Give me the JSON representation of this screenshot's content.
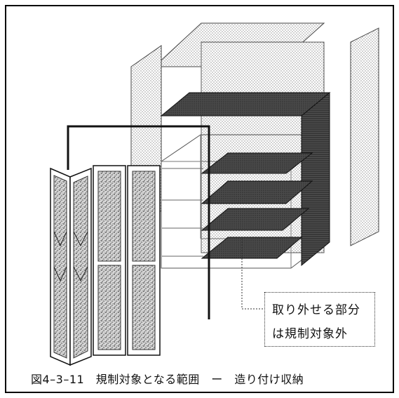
{
  "figure": {
    "annotation": {
      "line1": "取り外せる部分",
      "line2": "は規制対象外"
    },
    "caption": "図4–3–11　規制対象となる範囲　ー　造り付け収納"
  },
  "colors": {
    "frame": "#000000",
    "dark_panel": "#3a3a3a",
    "light_dots": "#9a9a9a",
    "background": "#ffffff"
  }
}
